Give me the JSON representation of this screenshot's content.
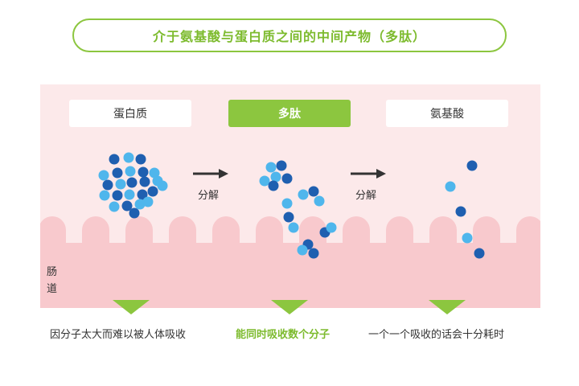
{
  "title": "介于氨基酸与蛋白质之间的中间产物（多肽）",
  "stages": [
    {
      "label": "蛋白质",
      "active": false
    },
    {
      "label": "多肽",
      "active": true
    },
    {
      "label": "氨基酸",
      "active": false
    }
  ],
  "arrows": [
    {
      "label": "分解"
    },
    {
      "label": "分解"
    }
  ],
  "gut_label": [
    "肠",
    "道"
  ],
  "captions": [
    {
      "text": "因分子太大而难以被人体吸收",
      "highlight": false
    },
    {
      "text": "能同时吸收数个分子",
      "highlight": true
    },
    {
      "text": "一个一个吸收的话会十分耗时",
      "highlight": false
    }
  ],
  "colors": {
    "accent": "#8cc63f",
    "panel_bg": "#fce9ea",
    "intestine": "#f8c9cd",
    "molecule_light": "#4fb6ec",
    "molecule_dark": "#1f5fb0",
    "arrow": "#333333"
  }
}
